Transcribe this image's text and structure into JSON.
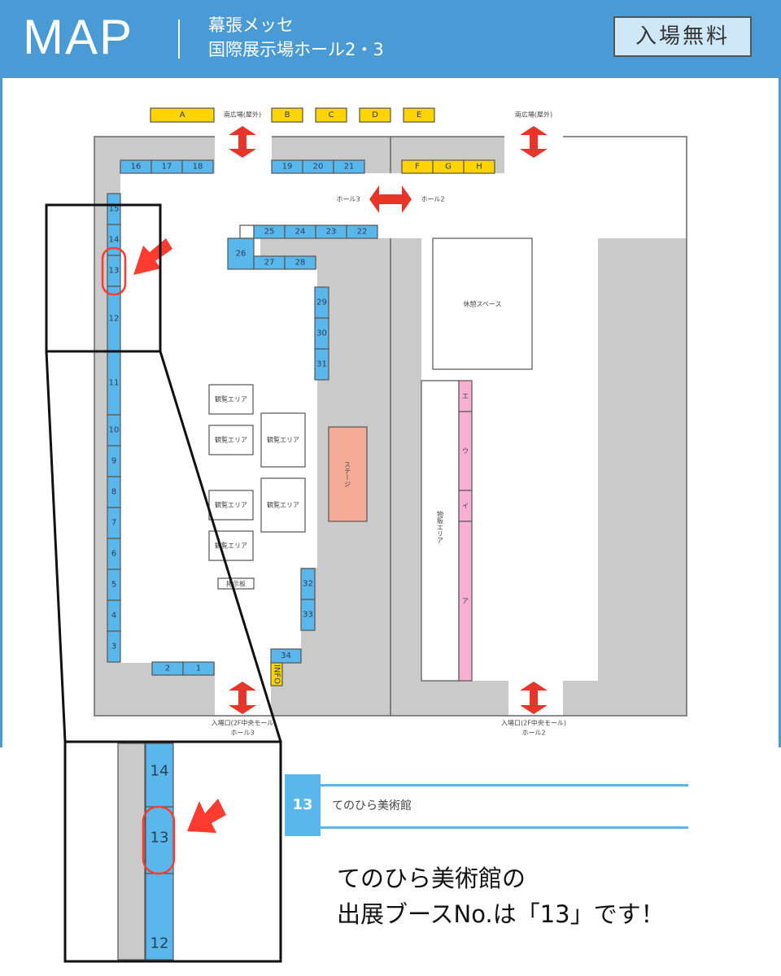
{
  "header": {
    "title": "MAP",
    "venue_line1": "幕張メッセ",
    "venue_line2": "国際展示場ホール2・3",
    "badge": "入場無料"
  },
  "colors": {
    "header_bg": "#4a9ad6",
    "booth_blue": "#5ab7ec",
    "booth_yellow": "#ffd400",
    "booth_pink": "#f5b0d2",
    "stage": "#f4ab98",
    "aisle_gray": "#cacaca",
    "arrow_red": "#e8352a",
    "highlight_red": "#ff3b30"
  },
  "map": {
    "outdoor_booths": [
      "A",
      "B",
      "C",
      "D",
      "E"
    ],
    "outdoor_label_left": "南広場(屋外)",
    "outdoor_label_right": "南広場(屋外)",
    "hall_booths_fgh": [
      "F",
      "G",
      "H"
    ],
    "top_row_left": [
      "16",
      "17",
      "18"
    ],
    "top_row_mid": [
      "19",
      "20",
      "21"
    ],
    "hall3_label": "ホール3",
    "hall2_label": "ホール2",
    "left_column": [
      "15",
      "14",
      "13",
      "12",
      "11",
      "10",
      "9",
      "8",
      "7",
      "6",
      "5",
      "4",
      "3"
    ],
    "bottom_row": [
      "2",
      "1"
    ],
    "inner_top_row": [
      "25",
      "24",
      "23",
      "22"
    ],
    "booth_26": "26",
    "inner_row2": [
      "27",
      "28"
    ],
    "right_inner_column": [
      "29",
      "30",
      "31"
    ],
    "lower_column": [
      "32",
      "33"
    ],
    "booth_34": "34",
    "info": "INFO",
    "viewing_area": "観覧エリア",
    "stage": "ステージ",
    "notice_board": "掲示板",
    "rest_space": "休憩スペース",
    "shop_area": "物販エリア",
    "pink_booths": [
      "エ",
      "ウ",
      "イ",
      "ア"
    ],
    "entrance_hall3_line1": "入場口(2F中央モール",
    "entrance_hall3_line2": "ホール3",
    "entrance_hall2_line1": "入場口(2F中央モール)",
    "entrance_hall2_line2": "ホール2",
    "highlighted_booth": "13"
  },
  "zoom_inset": {
    "booths": [
      "14",
      "13",
      "12"
    ]
  },
  "exhibitor": {
    "booth_no": "13",
    "name": "てのひら美術館"
  },
  "message": {
    "line1": "てのひら美術館の",
    "line2": "出展ブースNo.は「13」です！"
  }
}
